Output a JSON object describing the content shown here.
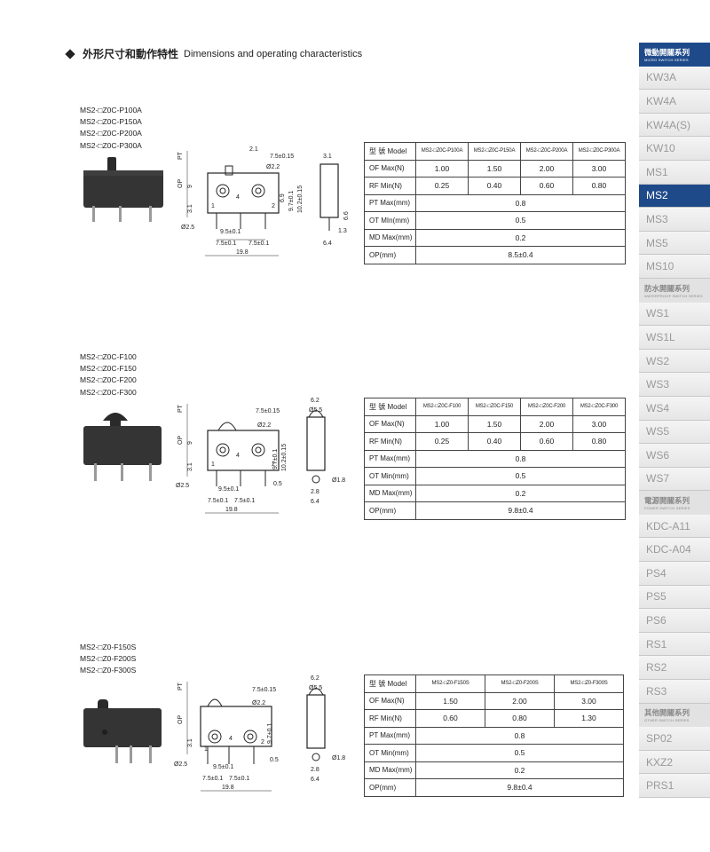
{
  "title": {
    "cn": "外形尺寸和動作特性",
    "en": "Dimensions and operating characteristics"
  },
  "table_row_labels": {
    "type": "型 號",
    "model": "Model",
    "of": "OF Max(N)",
    "rf": "RF Min(N)",
    "pt": "PT Max(mm)",
    "ot": "OT Min(mm)",
    "md": "MD Max(mm)",
    "op": "OP(mm)"
  },
  "sections": [
    {
      "models": [
        "MS2-□Z0C-P100A",
        "MS2-□Z0C-P150A",
        "MS2-□Z0C-P200A",
        "MS2-□Z0C-P300A"
      ],
      "table_models": [
        "MS2-□Z0C-P100A",
        "MS2-□Z0C-P150A",
        "MS2-□Z0C-P200A",
        "MS2-□Z0C-P300A"
      ],
      "of": [
        "1.00",
        "1.50",
        "2.00",
        "3.00"
      ],
      "rf": [
        "0.25",
        "0.40",
        "0.60",
        "0.80"
      ],
      "pt": "0.8",
      "ot": "0.5",
      "md": "0.2",
      "op": "8.5±0.4",
      "ot_label": "OT MIn(mm)"
    },
    {
      "models": [
        "MS2-□Z0C-F100",
        "MS2-□Z0C-F150",
        "MS2-□Z0C-F200",
        "MS2-□Z0C-F300"
      ],
      "table_models": [
        "MS2-□Z0C-F100",
        "MS2-□Z0C-F150",
        "MS2-□Z0C-F200",
        "MS2-□Z0C-F300"
      ],
      "of": [
        "1.00",
        "1.50",
        "2.00",
        "3.00"
      ],
      "rf": [
        "0.25",
        "0.40",
        "0.60",
        "0.80"
      ],
      "pt": "0.8",
      "ot": "0.5",
      "md": "0.2",
      "op": "9.8±0.4",
      "ot_label": "OT Min(mm)"
    },
    {
      "models": [
        "MS2-□Z0-F150S",
        "MS2-□Z0-F200S",
        "MS2-□Z0-F300S"
      ],
      "table_models": [
        "MS2-□Z0-F150S",
        "MS2-□Z0-F200S",
        "MS2-□Z0-F300S"
      ],
      "of": [
        "1.50",
        "2.00",
        "3.00"
      ],
      "rf": [
        "0.60",
        "0.80",
        "1.30"
      ],
      "pt": "0.8",
      "ot": "0.5",
      "md": "0.2",
      "op": "9.8±0.4",
      "ot_label": "OT Min(mm)"
    }
  ],
  "drawing_labels": {
    "d1": {
      "pt": "PT",
      "op": "OP",
      "a21": "2.1",
      "a75": "7.5±0.15",
      "dia22": "Ø2.2",
      "a9": "9",
      "a31": "3.1",
      "dia25": "Ø2.5",
      "a95": "9.5±0.1",
      "a75b": "7.5±0.1",
      "a75c": "7.5±0.1",
      "a198": "19.8",
      "a69": "6.9",
      "a97": "9.7±0.1",
      "a102": "10.2±0.15",
      "a31b": "3.1",
      "a66": "6.6",
      "a13": "1.3",
      "a64": "6.4",
      "n1": "1",
      "n2": "2",
      "n4": "4"
    },
    "d2": {
      "pt": "PT",
      "op": "OP",
      "a75": "7.5±0.15",
      "dia22": "Ø2.2",
      "a9": "9",
      "a31": "3.1",
      "dia25": "Ø2.5",
      "a95": "9.5±0.1",
      "a75b": "7.5±0.1",
      "a75c": "7.5±0.1",
      "a198": "19.8",
      "a97": "9.7±0.1",
      "a102": "10.2±0.15",
      "a05": "0.5",
      "a62": "6.2",
      "dia55": "Ø5.5",
      "dia18": "Ø1.8",
      "a28": "2.8",
      "a64": "6.4",
      "n1": "1",
      "n2": "2",
      "n4": "4"
    },
    "d3": {
      "pt": "PT",
      "op": "OP",
      "a75": "7.5±0.15",
      "dia22": "Ø2.2",
      "a31": "3.1",
      "dia25": "Ø2.5",
      "a95": "9.5±0.1",
      "a75b": "7.5±0.1",
      "a75c": "7.5±0.1",
      "a198": "19.8",
      "a97": "9.7±0.1",
      "a05": "0.5",
      "a62": "6.2",
      "dia55": "Ø5.5",
      "dia18": "Ø1.8",
      "a28": "2.8",
      "a64": "6.4",
      "n1": "1",
      "n2": "2",
      "n4": "4"
    }
  },
  "sidebar": [
    {
      "kind": "head",
      "cn": "微動開關系列",
      "en": "MICRO SWITCH SERIES",
      "style": "blue"
    },
    {
      "kind": "item",
      "label": "KW3A"
    },
    {
      "kind": "item",
      "label": "KW4A"
    },
    {
      "kind": "item",
      "label": "KW4A(S)"
    },
    {
      "kind": "item",
      "label": "KW10"
    },
    {
      "kind": "item",
      "label": "MS1"
    },
    {
      "kind": "item",
      "label": "MS2",
      "active": true
    },
    {
      "kind": "item",
      "label": "MS3"
    },
    {
      "kind": "item",
      "label": "MS5"
    },
    {
      "kind": "item",
      "label": "MS10"
    },
    {
      "kind": "head",
      "cn": "防水開關系列",
      "en": "WATERPROOF SWITCH SERIES",
      "style": "grey"
    },
    {
      "kind": "item",
      "label": "WS1"
    },
    {
      "kind": "item",
      "label": "WS1L"
    },
    {
      "kind": "item",
      "label": "WS2"
    },
    {
      "kind": "item",
      "label": "WS3"
    },
    {
      "kind": "item",
      "label": "WS4"
    },
    {
      "kind": "item",
      "label": "WS5"
    },
    {
      "kind": "item",
      "label": "WS6"
    },
    {
      "kind": "item",
      "label": "WS7"
    },
    {
      "kind": "head",
      "cn": "電源開關系列",
      "en": "POWER SWITCH SERIES",
      "style": "grey"
    },
    {
      "kind": "item",
      "label": "KDC-A11"
    },
    {
      "kind": "item",
      "label": "KDC-A04"
    },
    {
      "kind": "item",
      "label": "PS4"
    },
    {
      "kind": "item",
      "label": "PS5"
    },
    {
      "kind": "item",
      "label": "PS6"
    },
    {
      "kind": "item",
      "label": "RS1"
    },
    {
      "kind": "item",
      "label": "RS2"
    },
    {
      "kind": "item",
      "label": "RS3"
    },
    {
      "kind": "head",
      "cn": "其他開關系列",
      "en": "OTHER SWITCH SERIES",
      "style": "grey"
    },
    {
      "kind": "item",
      "label": "SP02"
    },
    {
      "kind": "item",
      "label": "KXZ2"
    },
    {
      "kind": "item",
      "label": "PRS1"
    }
  ]
}
